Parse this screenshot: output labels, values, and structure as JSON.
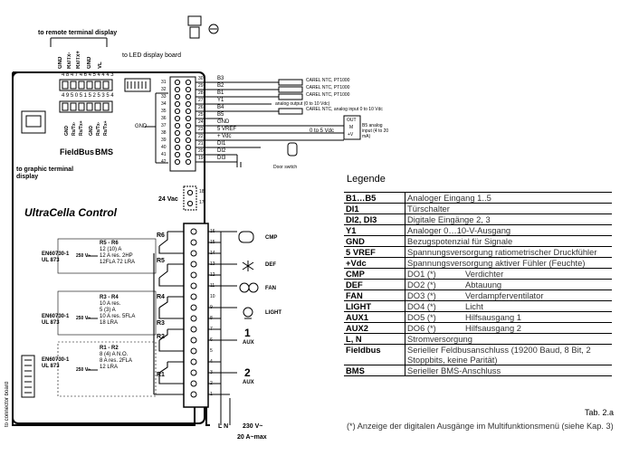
{
  "top_labels": {
    "remote_terminal": "to remote terminal display",
    "led_board": "to LED display board",
    "graphic_terminal": "to graphic terminal display",
    "connector_board": "to connector board",
    "gnd": "GND",
    "door_switch": "Door switch"
  },
  "controller": {
    "title": "UltraCella Control",
    "supply": "24 Vac",
    "fieldbus": "FieldBus",
    "bms": "BMS"
  },
  "remote_pins": [
    "GND",
    "Rx/Tx-",
    "Rx/Tx+",
    "GND",
    "VL"
  ],
  "header_pins_top": [
    "48",
    "47",
    "46",
    "45",
    "44",
    "43"
  ],
  "header_pins_bottom": [
    "49",
    "50",
    "51",
    "52",
    "53",
    "54"
  ],
  "bus_pins": [
    "GND",
    "Rx/Tx-",
    "Rx/Tx+",
    "GND",
    "Rx/Tx-",
    "Rx/Tx+"
  ],
  "upper_terminals_left": [
    "31",
    "32",
    "33",
    "34",
    "35",
    "36",
    "37",
    "38",
    "39",
    "40",
    "41",
    "42"
  ],
  "upper_terminals_right": [
    "30",
    "29",
    "28",
    "27",
    "26",
    "25",
    "24",
    "23",
    "22",
    "21",
    "20",
    "19"
  ],
  "upper_signals": [
    "B3",
    "B2",
    "B1",
    "Y1",
    "B4",
    "B5",
    "GND",
    "5 VREF",
    "+ Vdc",
    "DI1",
    "DI2",
    "DI3"
  ],
  "sensor_labels": [
    "CAREL NTC, PT1000",
    "CAREL NTC, PT1000",
    "CAREL NTC, PT1000",
    "analog output (0 to 10 Vdc)",
    "CAREL NTC, analog input 0 to 10 Vdc"
  ],
  "b5_box": {
    "ratio": "0 to 5 Vdc",
    "out": "OUT",
    "m": "M",
    "v": "+V",
    "desc": "B5 analog input (4 to 20 mA)"
  },
  "supply_terminals": [
    "18",
    "17"
  ],
  "power_terminals": [
    "16",
    "15",
    "14",
    "13",
    "12",
    "11",
    "10",
    "9",
    "8",
    "7",
    "6",
    "5",
    "4",
    "3",
    "2",
    "1"
  ],
  "relays": [
    "R6",
    "R5",
    "R4",
    "R3",
    "R2",
    "R1"
  ],
  "outputs": [
    "CMP",
    "DEF",
    "FAN",
    "LIGHT",
    "1",
    "AUX",
    "2",
    "AUX"
  ],
  "ratings": [
    {
      "std": "EN60730-1",
      "ul": "UL 873",
      "v": "250 V~",
      "rel": "R5 - R6",
      "lines": [
        "12 (10) A",
        "12 A res. 2HP",
        "12FLA 72 LRA"
      ]
    },
    {
      "std": "EN60730-1",
      "ul": "UL 873",
      "v": "250 V~",
      "rel": "R3 - R4",
      "lines": [
        "10 A res.",
        "5 (3) A",
        "10 A res. 5FLA",
        "18 LRA"
      ]
    },
    {
      "std": "EN60730-1",
      "ul": "UL 873",
      "v": "250 V~",
      "rel": "R1 - R2",
      "lines": [
        "8 (4) A N.O.",
        "8 A res. 2FLA",
        "12 LRA"
      ]
    }
  ],
  "mains": {
    "ln": "L  N",
    "v": "230 V~",
    "a": "20 A~max"
  },
  "legend": {
    "title": "Legende",
    "rows": [
      {
        "k": "B1…B5",
        "d": "Analoger Eingang 1..5"
      },
      {
        "k": "DI1",
        "d": "Türschalter"
      },
      {
        "k": "DI2, DI3",
        "d": "Digitale Eingänge 2, 3"
      },
      {
        "k": "Y1",
        "d": "Analoger 0…10-V-Ausgang"
      },
      {
        "k": "GND",
        "d": "Bezugspotenzial für Signale"
      },
      {
        "k": "5 VREF",
        "d": "Spannungsversorgung ratiometrischer Druckfühler"
      },
      {
        "k": "+Vdc",
        "d": "Spannungsversorgung aktiver Fühler (Feuchte)"
      },
      {
        "k": "CMP",
        "l": "DO1 (*)",
        "r": "Verdichter"
      },
      {
        "k": "DEF",
        "l": "DO2 (*)",
        "r": "Abtauung"
      },
      {
        "k": "FAN",
        "l": "DO3 (*)",
        "r": "Verdampferventilator"
      },
      {
        "k": "LIGHT",
        "l": "DO4 (*)",
        "r": "Licht"
      },
      {
        "k": "AUX1",
        "l": "DO5 (*)",
        "r": "Hilfsausgang 1"
      },
      {
        "k": "AUX2",
        "l": "DO6 (*)",
        "r": "Hilfsausgang 2"
      },
      {
        "k": "L, N",
        "d": "Stromversorgung"
      },
      {
        "k": "Fieldbus",
        "d": "Serieller Feldbusanschluss (19200 Baud, 8 Bit, 2 Stoppbits, keine Parität)"
      },
      {
        "k": "BMS",
        "d": "Serieller BMS-Anschluss"
      }
    ],
    "tab": "Tab. 2.a",
    "footnote": "(*) Anzeige der digitalen Ausgänge im Multifunktionsmenü (siehe Kap. 3)"
  }
}
